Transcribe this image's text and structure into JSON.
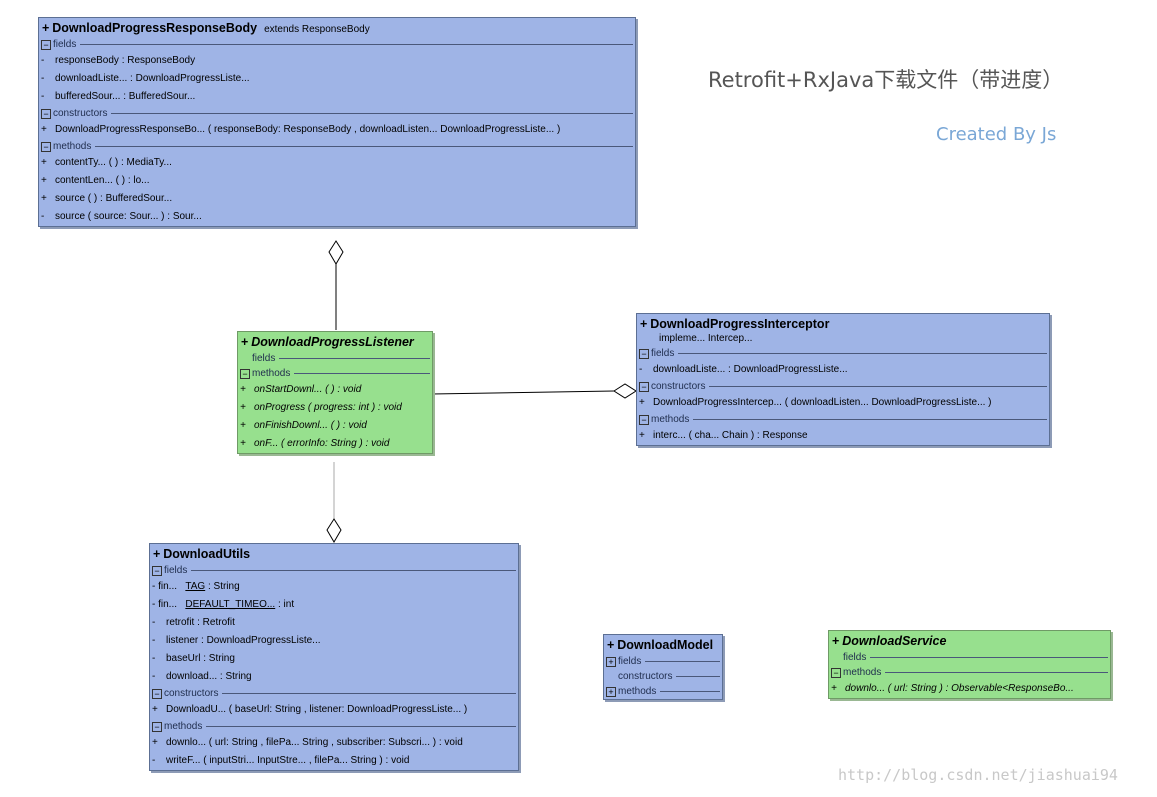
{
  "title": "Retrofit+RxJava下载文件（带进度）",
  "credit": "Created By Js",
  "watermark": "http://blog.csdn.net/jiashuai94",
  "colors": {
    "class_fill": "#9fb4e6",
    "interface_fill": "#97e08e",
    "border": "#5c6f93"
  },
  "classes": {
    "body": {
      "vis": "+",
      "name": "DownloadProgressResponseBody",
      "extends": "extends  ResponseBody",
      "fields_label": "fields",
      "constructors_label": "constructors",
      "methods_label": "methods",
      "fields": [
        {
          "vis": "-",
          "text": "responseBody : ResponseBody"
        },
        {
          "vis": "-",
          "text": "downloadListe...   : DownloadProgressListe..."
        },
        {
          "vis": "-",
          "text": "bufferedSour...  : BufferedSour..."
        }
      ],
      "constructors": [
        {
          "vis": "+",
          "text": "DownloadProgressResponseBo...  ( responseBody: ResponseBody ,  downloadListen...  DownloadProgressListe...   )"
        }
      ],
      "methods": [
        {
          "vis": "+",
          "text": "contentTy...  ( ) : MediaTy..."
        },
        {
          "vis": "+",
          "text": "contentLen...   ( ) : lo..."
        },
        {
          "vis": "+",
          "text": "source ( ) : BufferedSour..."
        },
        {
          "vis": "-",
          "text": "source ( source: Sour... ) : Sour..."
        }
      ]
    },
    "listener": {
      "vis": "+",
      "name": "DownloadProgressListener",
      "fields_label": "fields",
      "methods_label": "methods",
      "methods": [
        {
          "vis": "+",
          "text": "onStartDownl...     ( ) : void"
        },
        {
          "vis": "+",
          "text": "onProgress ( progress: int ) : void"
        },
        {
          "vis": "+",
          "text": "onFinishDownl...     ( ) : void"
        },
        {
          "vis": "+",
          "text": "onF...  ( errorInfo: String ) : void"
        }
      ]
    },
    "interceptor": {
      "vis": "+",
      "name": "DownloadProgressInterceptor",
      "implements": "impleme...     Intercep...",
      "fields_label": "fields",
      "constructors_label": "constructors",
      "methods_label": "methods",
      "fields": [
        {
          "vis": "-",
          "text": "downloadListe...   : DownloadProgressListe..."
        }
      ],
      "constructors": [
        {
          "vis": "+",
          "text": "DownloadProgressIntercep...  ( downloadListen...  DownloadProgressListe...   )"
        }
      ],
      "methods": [
        {
          "vis": "+",
          "text": "interc...   ( cha...  Chain ) : Response"
        }
      ]
    },
    "utils": {
      "vis": "+",
      "name": "DownloadUtils",
      "fields_label": "fields",
      "constructors_label": "constructors",
      "methods_label": "methods",
      "fields": [
        {
          "vis": "- fin...",
          "name": "TAG",
          "type": " : String"
        },
        {
          "vis": "- fin...",
          "name": "DEFAULT_TIMEO...",
          "type": "   : int"
        },
        {
          "vis": "-",
          "text": "retrofit : Retrofit"
        },
        {
          "vis": "-",
          "text": "listener : DownloadProgressListe..."
        },
        {
          "vis": "-",
          "text": "baseUrl : String"
        },
        {
          "vis": "-",
          "text": "download...    : String"
        }
      ],
      "constructors": [
        {
          "vis": "+",
          "text": "DownloadU...   ( baseUrl: String ,  listener: DownloadProgressListe...   )"
        }
      ],
      "methods": [
        {
          "vis": "+",
          "text": "downlo...  ( url: String ,  filePa...   String ,  subscriber: Subscri...   ) : void"
        },
        {
          "vis": "-",
          "text": "writeF...  ( inputStri...   InputStre...   ,  filePa...   String ) : void"
        }
      ]
    },
    "model": {
      "vis": "+",
      "name": "DownloadModel",
      "fields_label": "fields",
      "constructors_label": "constructors",
      "methods_label": "methods"
    },
    "service": {
      "vis": "+",
      "name": "DownloadService",
      "fields_label": "fields",
      "methods_label": "methods",
      "methods": [
        {
          "vis": "+",
          "text": "downlo...  ( url: String ) : Observable<ResponseBo..."
        }
      ]
    }
  }
}
